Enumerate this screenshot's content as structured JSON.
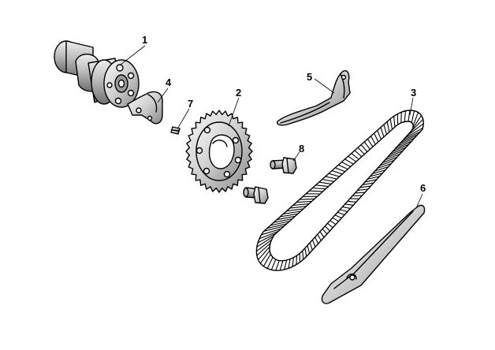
{
  "diagram": {
    "colors": {
      "outline": "#000000",
      "metal_light": "#f2f2f2",
      "metal_mid": "#c8c8c8",
      "metal_dark": "#7a7a7a",
      "background": "#ffffff"
    },
    "parts": [
      {
        "callout": "1",
        "icon": "camshaft-icon"
      },
      {
        "callout": "2",
        "icon": "cam-sprocket-icon"
      },
      {
        "callout": "3",
        "icon": "timing-chain-icon"
      },
      {
        "callout": "4",
        "icon": "retainer-plate-icon"
      },
      {
        "callout": "5",
        "icon": "chain-guide-icon"
      },
      {
        "callout": "6",
        "icon": "chain-tensioner-slipper-icon"
      },
      {
        "callout": "7",
        "icon": "screw-icon"
      },
      {
        "callout": "8",
        "icon": "bolt-icon"
      }
    ]
  }
}
